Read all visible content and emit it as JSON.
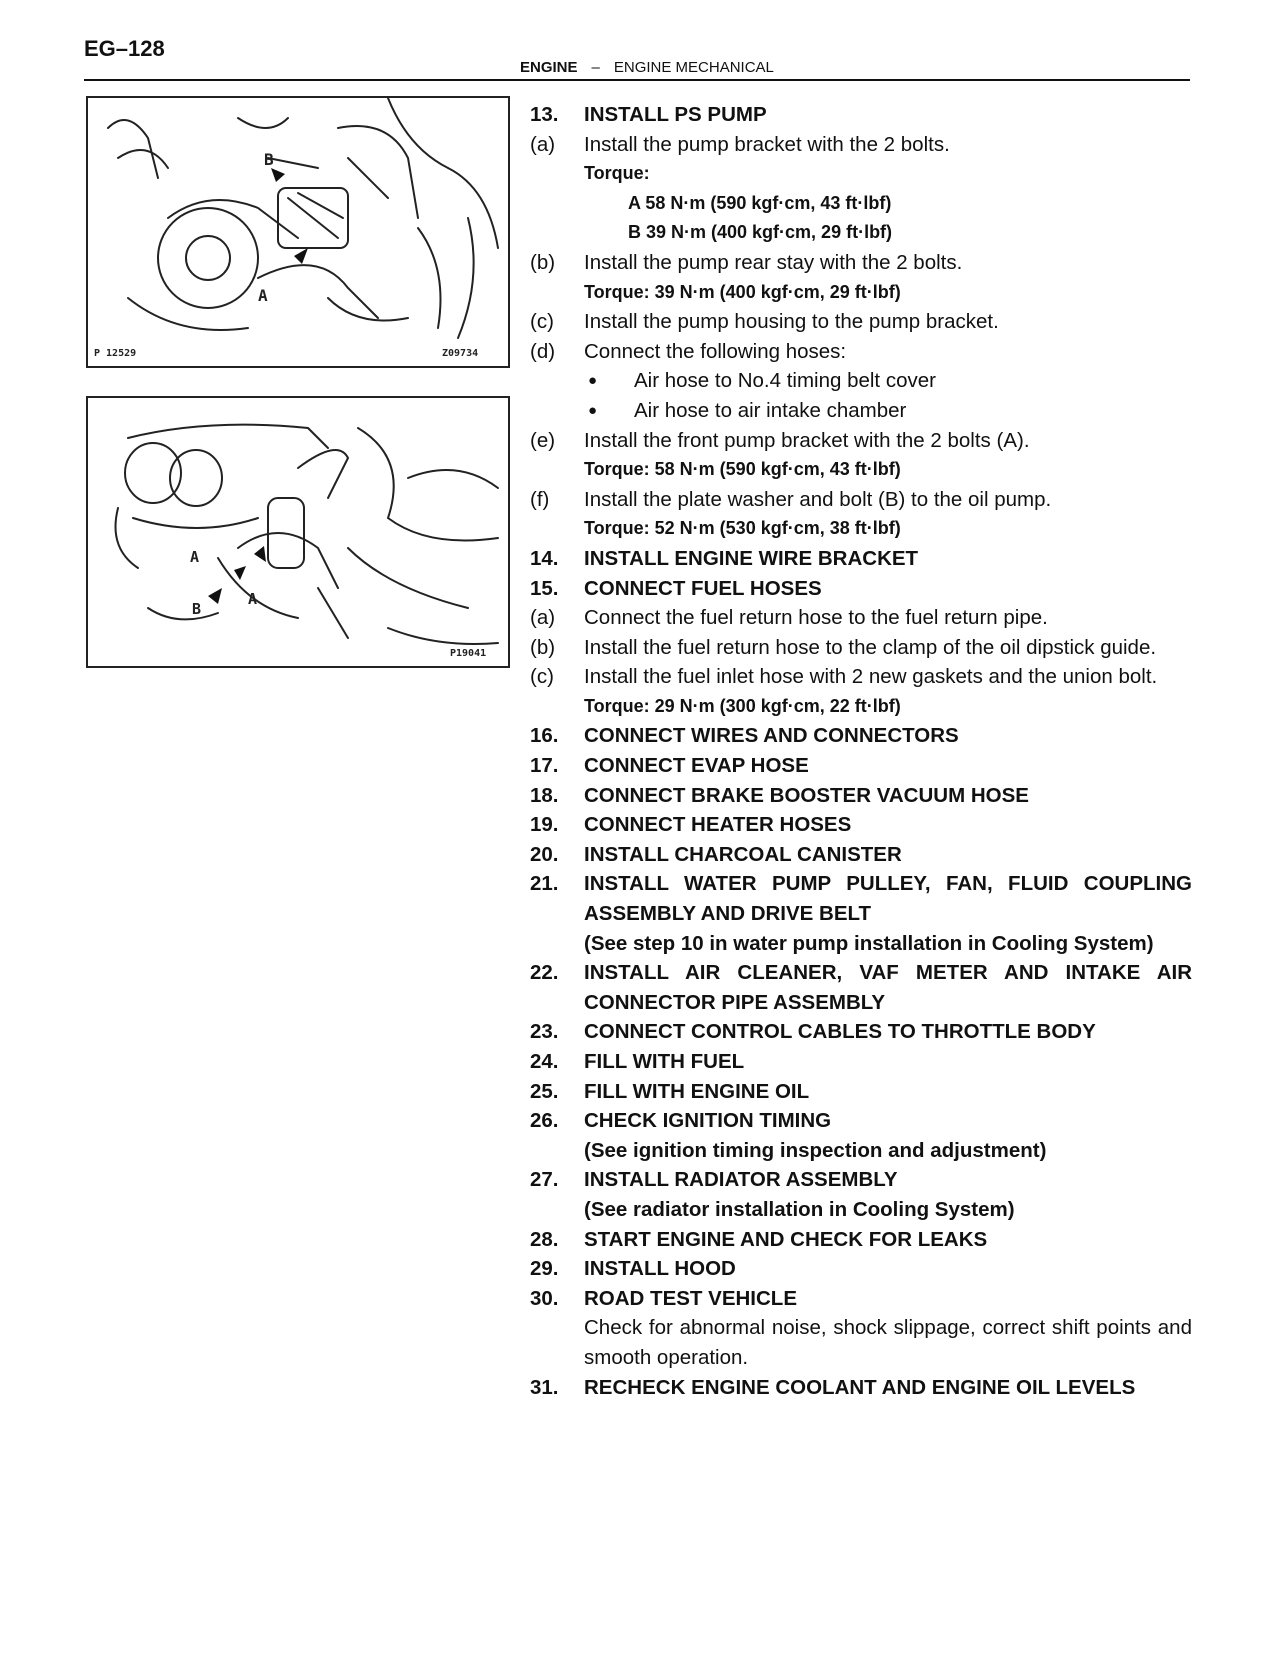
{
  "page": {
    "page_number": "EG–128",
    "header_section": "ENGINE",
    "header_dash": "–",
    "header_subsection": "ENGINE MECHANICAL"
  },
  "figures": {
    "fig1": {
      "code_left": "P 12529",
      "code_right": "Z09734",
      "label_a": "A",
      "label_b": "B"
    },
    "fig2": {
      "code_right": "P19041",
      "label_a1": "A",
      "label_a2": "A",
      "label_b": "B"
    }
  },
  "lines": [
    {
      "type": "step",
      "num": "13.",
      "text": "INSTALL PS PUMP"
    },
    {
      "type": "sub",
      "num": "(a)",
      "text": "Install the pump bracket with the 2 bolts."
    },
    {
      "type": "note",
      "text": "Torque:"
    },
    {
      "type": "torque2",
      "text": "A 58 N·m (590 kgf·cm, 43 ft·lbf)"
    },
    {
      "type": "torque2",
      "text": "B 39 N·m (400 kgf·cm, 29 ft·lbf)"
    },
    {
      "type": "sub",
      "num": "(b)",
      "text": "Install the pump rear stay with the 2 bolts."
    },
    {
      "type": "note",
      "text": "Torque: 39 N·m (400 kgf·cm, 29 ft·lbf)"
    },
    {
      "type": "sub",
      "num": "(c)",
      "text": "Install the pump housing to the pump bracket."
    },
    {
      "type": "sub",
      "num": "(d)",
      "text": "Connect the following hoses:"
    },
    {
      "type": "bullet",
      "num": "●",
      "text": "Air hose to No.4 timing belt cover"
    },
    {
      "type": "bullet",
      "num": "●",
      "text": "Air hose to air intake chamber"
    },
    {
      "type": "sub",
      "num": "(e)",
      "text": "Install the front pump bracket with the 2 bolts (A)."
    },
    {
      "type": "note",
      "text": "Torque: 58 N·m (590 kgf·cm, 43 ft·lbf)"
    },
    {
      "type": "sub",
      "num": "(f)",
      "text": "Install the plate washer and bolt (B) to the oil pump."
    },
    {
      "type": "note",
      "text": "Torque: 52 N·m (530 kgf·cm, 38 ft·lbf)"
    },
    {
      "type": "step",
      "num": "14.",
      "text": "INSTALL ENGINE WIRE BRACKET"
    },
    {
      "type": "step",
      "num": "15.",
      "text": "CONNECT FUEL HOSES"
    },
    {
      "type": "sub",
      "num": "(a)",
      "text": "Connect the fuel return hose to the fuel return pipe."
    },
    {
      "type": "sub",
      "num": "(b)",
      "text": "Install the fuel return hose to the clamp of the oil dipstick guide."
    },
    {
      "type": "sub",
      "num": "(c)",
      "text": "Install the fuel inlet hose with 2 new gaskets and the union bolt."
    },
    {
      "type": "note",
      "text": "Torque: 29 N·m (300 kgf·cm, 22 ft·lbf)"
    },
    {
      "type": "step",
      "num": "16.",
      "text": "CONNECT WIRES AND CONNECTORS"
    },
    {
      "type": "step",
      "num": "17.",
      "text": "CONNECT EVAP HOSE"
    },
    {
      "type": "step",
      "num": "18.",
      "text": "CONNECT BRAKE BOOSTER VACUUM HOSE"
    },
    {
      "type": "step",
      "num": "19.",
      "text": "CONNECT HEATER HOSES"
    },
    {
      "type": "step",
      "num": "20.",
      "text": "INSTALL CHARCOAL CANISTER"
    },
    {
      "type": "step",
      "num": "21.",
      "text": "INSTALL WATER PUMP PULLEY, FAN, FLUID COUPLING ASSEMBLY AND DRIVE BELT"
    },
    {
      "type": "step",
      "num": "",
      "text": "(See step 10 in water pump installation in Cooling System)"
    },
    {
      "type": "step",
      "num": "22.",
      "text": "INSTALL AIR CLEANER, VAF METER AND INTAKE AIR CONNECTOR PIPE ASSEMBLY"
    },
    {
      "type": "step",
      "num": "23.",
      "text": "CONNECT CONTROL CABLES TO THROTTLE BODY"
    },
    {
      "type": "step",
      "num": "24.",
      "text": "FILL WITH FUEL"
    },
    {
      "type": "step",
      "num": "25.",
      "text": "FILL WITH ENGINE OIL"
    },
    {
      "type": "step",
      "num": "26.",
      "text": "CHECK IGNITION TIMING"
    },
    {
      "type": "step",
      "num": "",
      "text": "(See ignition timing inspection and adjustment)"
    },
    {
      "type": "step",
      "num": "27.",
      "text": "INSTALL RADIATOR ASSEMBLY"
    },
    {
      "type": "step",
      "num": "",
      "text": "(See radiator installation in Cooling System)"
    },
    {
      "type": "step",
      "num": "28.",
      "text": "START ENGINE AND CHECK FOR LEAKS"
    },
    {
      "type": "step",
      "num": "29.",
      "text": "INSTALL HOOD"
    },
    {
      "type": "step",
      "num": "30.",
      "text": "ROAD TEST VEHICLE"
    },
    {
      "type": "sub",
      "num": "",
      "text": "Check for abnormal noise, shock slippage, correct shift points and smooth operation."
    },
    {
      "type": "step",
      "num": "31.",
      "text": "RECHECK ENGINE COOLANT AND ENGINE OIL LEVELS"
    }
  ]
}
